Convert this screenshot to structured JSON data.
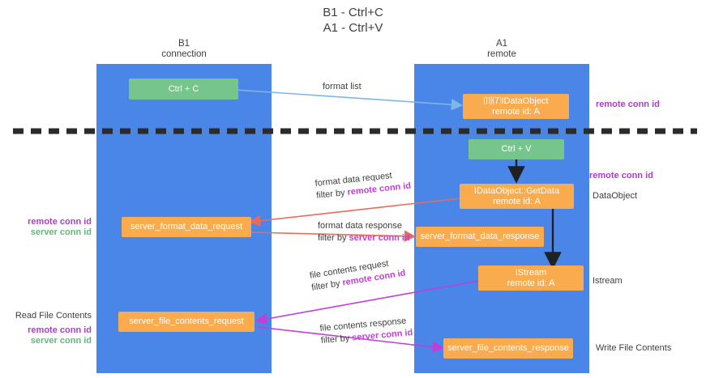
{
  "title": {
    "line1": "B1 - Ctrl+C",
    "line2": "A1 - Ctrl+V"
  },
  "columns": [
    {
      "name": "B1",
      "role": "connection"
    },
    {
      "name": "A1",
      "role": "remote"
    }
  ],
  "nodes": {
    "ctrl_c": {
      "label": "Ctrl + C"
    },
    "ctrl_v": {
      "label": "Ctrl + V"
    },
    "idataobject_top": {
      "label": "⑾⑺IDataObject",
      "sub": "remote id: A"
    },
    "getdata": {
      "label": "IDataObject::GetData",
      "sub": "remote id: A"
    },
    "istream": {
      "label": "IStream",
      "sub": "remote id: A"
    },
    "server_format_data_request": {
      "label": "server_format_data_request"
    },
    "server_format_data_response": {
      "label": "server_format_data_response"
    },
    "server_file_contents_request": {
      "label": "server_file_contents_request"
    },
    "server_file_contents_response": {
      "label": "server_file_contents_response"
    }
  },
  "edges": {
    "format_list": {
      "label": "format list"
    },
    "format_data_request": {
      "label": "format data request",
      "filter_prefix": "filter by ",
      "filter_key": "remote conn id"
    },
    "format_data_response": {
      "label": "format data response",
      "filter_prefix": "filter by ",
      "filter_key": "server conn id"
    },
    "file_contents_request": {
      "label": "file contents request",
      "filter_prefix": "filter by ",
      "filter_key": "remote conn id"
    },
    "file_contents_response": {
      "label": "file contents response",
      "filter_prefix": "filter by ",
      "filter_key": "server conn id"
    }
  },
  "annotations": {
    "right_remote_conn_id_top": "remote conn id",
    "right_remote_conn_id_mid": "remote conn id",
    "right_dataobject": "DataObject",
    "right_istream": "Istream",
    "right_write_file_contents": "Write File Contents",
    "left_remote_conn_id": "remote conn id",
    "left_server_conn_id": "server conn id",
    "left_read_file_contents": "Read File Contents",
    "left_remote_conn_id_2": "remote conn id",
    "left_server_conn_id_2": "server conn id"
  },
  "colors": {
    "lane": "#4a86e8",
    "node_green": "#76c58d",
    "node_orange": "#f9ab4e",
    "accent_purple": "#a83fc8",
    "accent_green": "#62b87c",
    "arrow_red": "#ea6b5c",
    "arrow_blue": "#7fb6e8",
    "arrow_magenta": "#c13fd6",
    "divider": "#2b2b2b"
  }
}
